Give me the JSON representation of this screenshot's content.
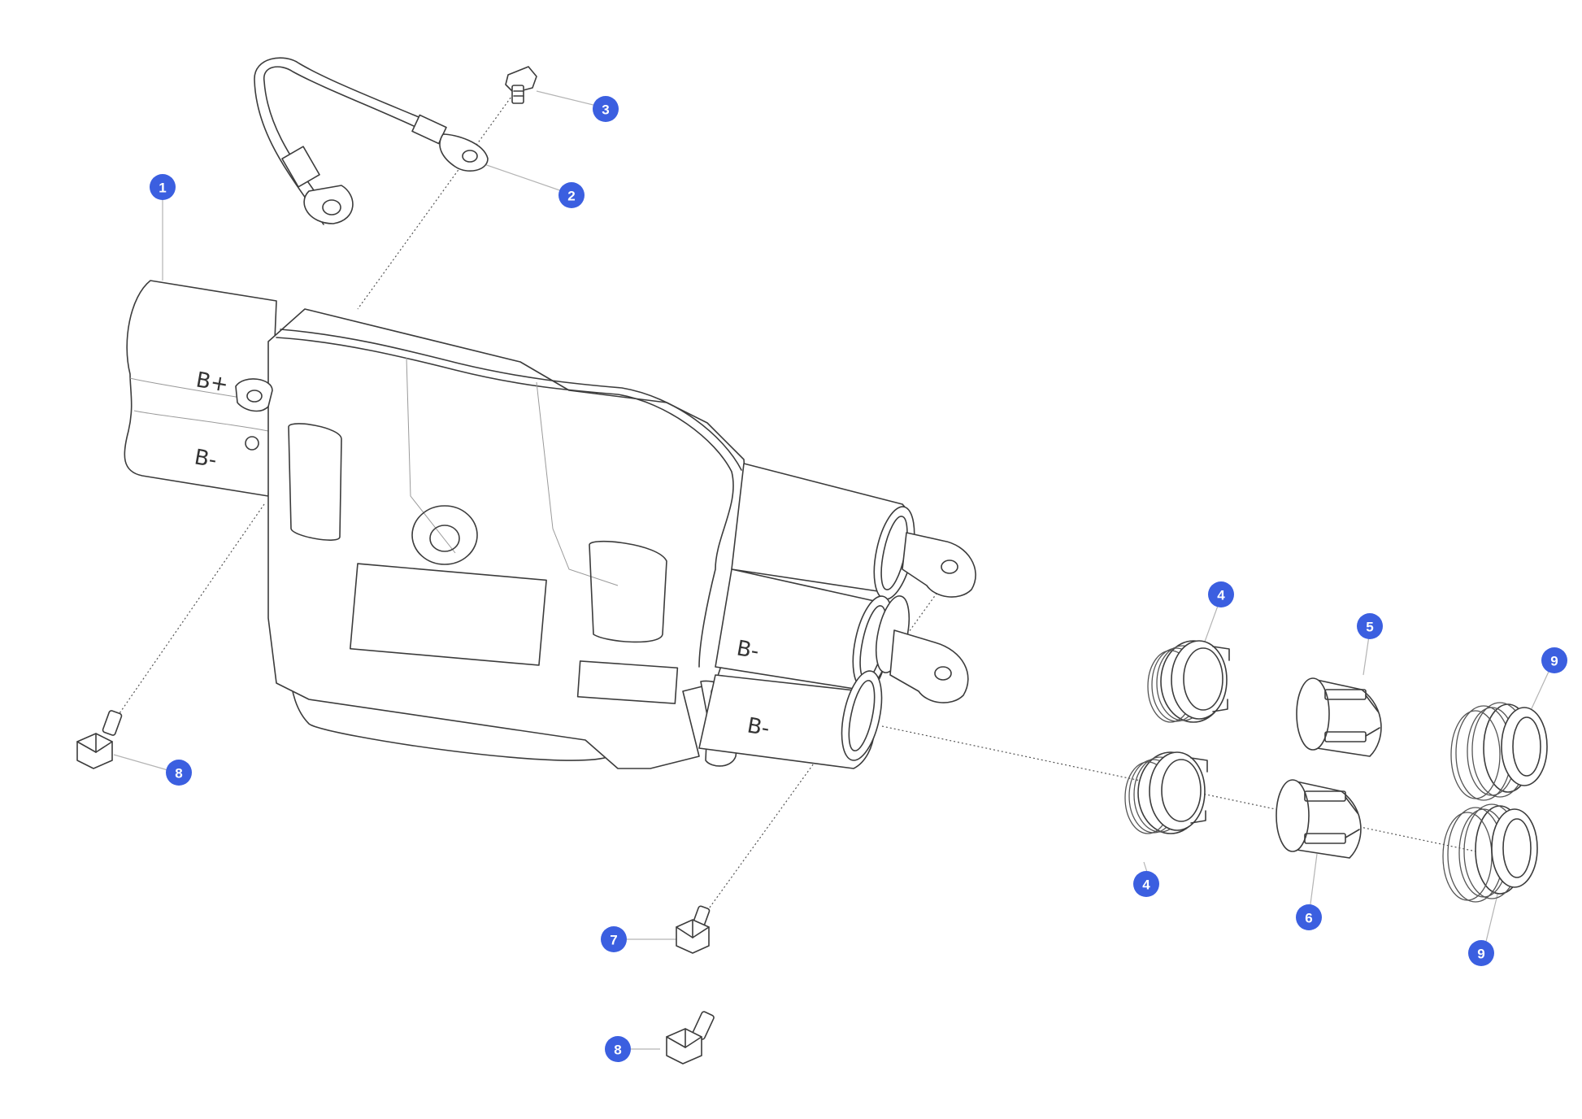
{
  "colors": {
    "badge": "#3b5fe0",
    "line": "#3c3c3c"
  },
  "part_labels": {
    "b_plus": "B+",
    "b_minus": "B-"
  },
  "callouts": [
    {
      "id": "callout-1",
      "number": "1"
    },
    {
      "id": "callout-2",
      "number": "2"
    },
    {
      "id": "callout-3",
      "number": "3"
    },
    {
      "id": "callout-4a",
      "number": "4"
    },
    {
      "id": "callout-4b",
      "number": "4"
    },
    {
      "id": "callout-5",
      "number": "5"
    },
    {
      "id": "callout-6",
      "number": "6"
    },
    {
      "id": "callout-7",
      "number": "7"
    },
    {
      "id": "callout-8a",
      "number": "8"
    },
    {
      "id": "callout-8b",
      "number": "8"
    },
    {
      "id": "callout-9a",
      "number": "9"
    },
    {
      "id": "callout-9b",
      "number": "9"
    }
  ]
}
